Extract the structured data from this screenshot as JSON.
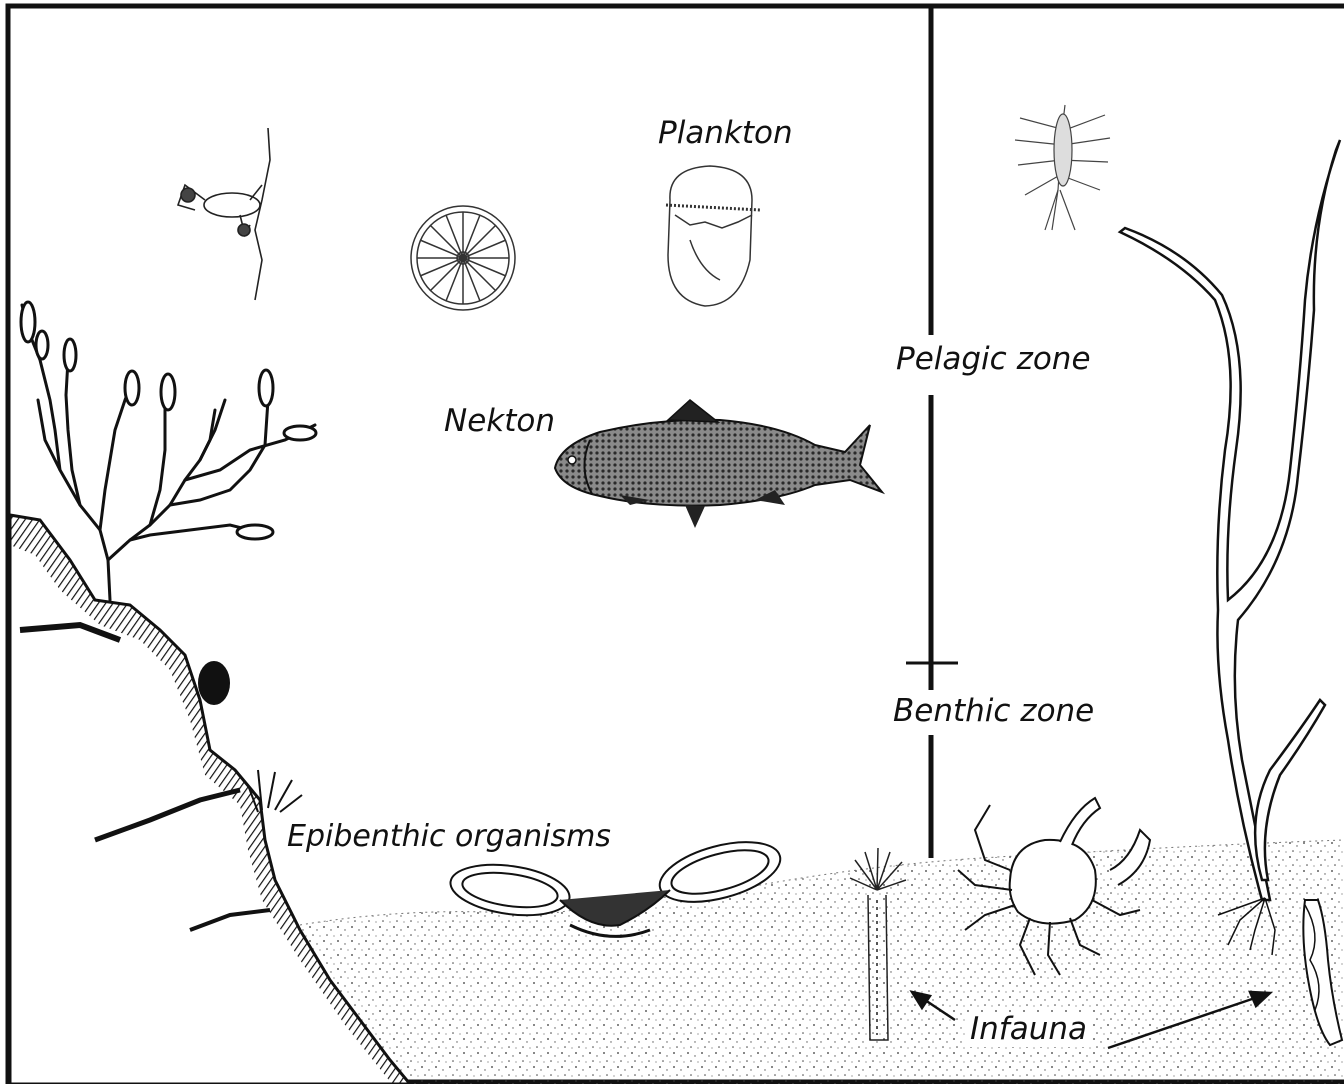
{
  "labels": {
    "plankton": "Plankton",
    "nekton": "Nekton",
    "pelagic_zone": "Pelagic zone",
    "benthic_zone": "Benthic zone",
    "epibenthic": "Epibenthic organisms",
    "infauna": "Infauna"
  },
  "colors": {
    "ink": "#111111",
    "background": "#ffffff",
    "fish_body": "#5a5a5a"
  },
  "icons": [
    "copepod-icon",
    "diatom-icon",
    "jellyfish-icon",
    "fish-icon",
    "seaweed-icon",
    "rock-icon",
    "mussels-icon",
    "tube-worm-icon",
    "crab-icon",
    "amphipod-icon",
    "eelgrass-icon",
    "shrimp-icon"
  ]
}
